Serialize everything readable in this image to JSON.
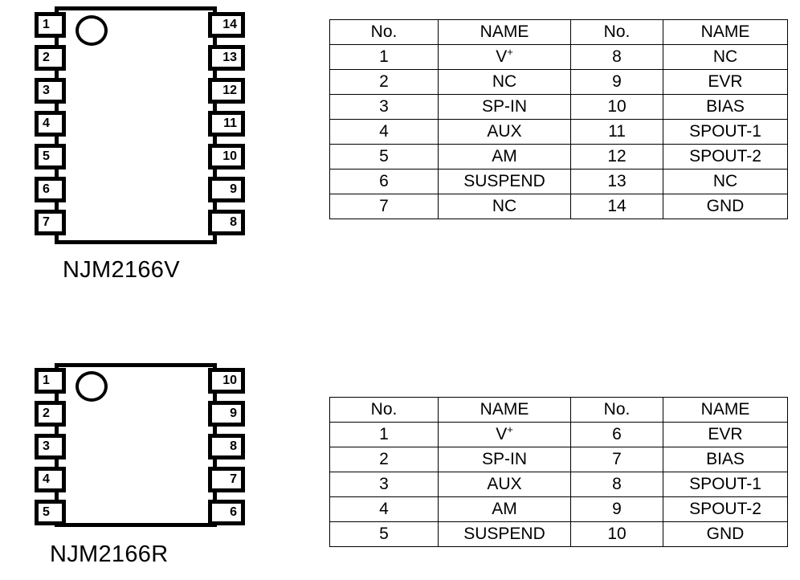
{
  "packages": [
    {
      "id": "njm2166v",
      "label": "NJM2166V",
      "pin_count": 14,
      "left_pins": [
        "1",
        "2",
        "3",
        "4",
        "5",
        "6",
        "7"
      ],
      "right_pins": [
        "14",
        "13",
        "12",
        "11",
        "10",
        "9",
        "8"
      ]
    },
    {
      "id": "njm2166r",
      "label": "NJM2166R",
      "pin_count": 10,
      "left_pins": [
        "1",
        "2",
        "3",
        "4",
        "5"
      ],
      "right_pins": [
        "10",
        "9",
        "8",
        "7",
        "6"
      ]
    }
  ],
  "tables": [
    {
      "id": "njm2166v-pin-table",
      "headers": [
        "No.",
        "NAME",
        "No.",
        "NAME"
      ],
      "rows": [
        [
          "1",
          "V+",
          "8",
          "NC"
        ],
        [
          "2",
          "NC",
          "9",
          "EVR"
        ],
        [
          "3",
          "SP-IN",
          "10",
          "BIAS"
        ],
        [
          "4",
          "AUX",
          "11",
          "SPOUT-1"
        ],
        [
          "5",
          "AM",
          "12",
          "SPOUT-2"
        ],
        [
          "6",
          "SUSPEND",
          "13",
          "NC"
        ],
        [
          "7",
          "NC",
          "14",
          "GND"
        ]
      ]
    },
    {
      "id": "njm2166r-pin-table",
      "headers": [
        "No.",
        "NAME",
        "No.",
        "NAME"
      ],
      "rows": [
        [
          "1",
          "V+",
          "6",
          "EVR"
        ],
        [
          "2",
          "SP-IN",
          "7",
          "BIAS"
        ],
        [
          "3",
          "AUX",
          "8",
          "SPOUT-1"
        ],
        [
          "4",
          "AM",
          "9",
          "SPOUT-2"
        ],
        [
          "5",
          "SUSPEND",
          "10",
          "GND"
        ]
      ]
    }
  ],
  "colors": {
    "ink": "#000000",
    "paper": "#ffffff"
  }
}
